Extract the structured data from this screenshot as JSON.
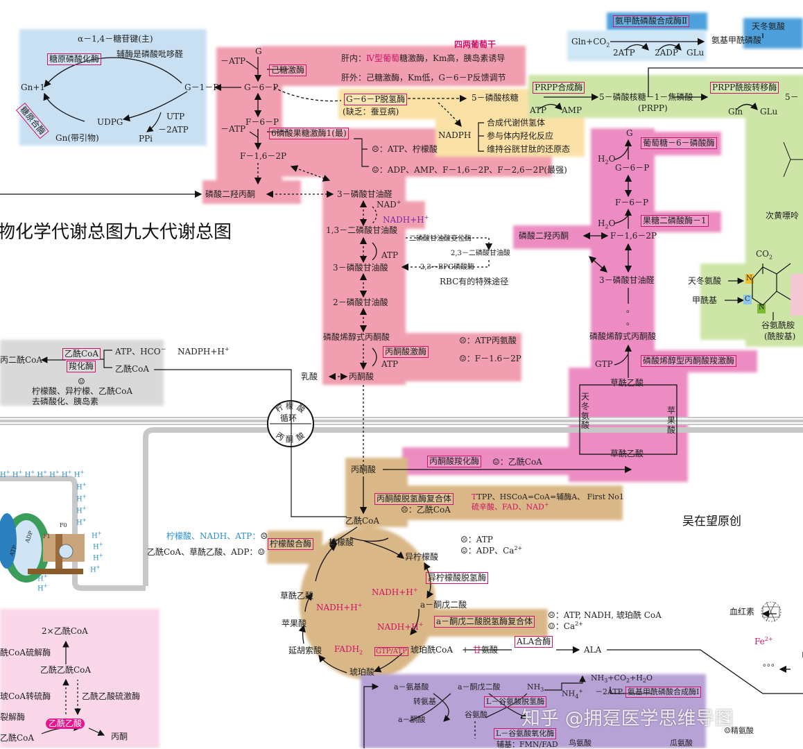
{
  "title_fragment": "物化学代谢总图九大代谢总图",
  "author": "吴在望原创",
  "watermark": "知乎 @拥趸医学思维导图",
  "tca_circle": {
    "a": "柠",
    "b": "檬",
    "c": "酸",
    "d": "循环",
    "e": "丙",
    "f": "酮",
    "g": "酸"
  },
  "glycogen": {
    "bond": "α－1,4－糖苷键(主)",
    "enzyme1": "糖原磷酸化酶",
    "coenzyme": "辅酶是磷酸吡哆醛",
    "gn1": "Gn+1",
    "g1p": "G－1－P",
    "udpg": "UDPG",
    "utp": "UTP",
    "minus2atp": "－2ATP",
    "ppi": "PPi",
    "primer": "Gn(带引物)",
    "enzyme2": "糖原合酶"
  },
  "glycolysis": {
    "minus_atp1": "－ATP",
    "g": "G",
    "g6p": "G－6－P",
    "hexokinase": "己糖激酶",
    "mnemonic": "四两葡萄干",
    "liver_in_prefix": "肝内：",
    "liver_in_iv": "Ⅳ型葡萄",
    "liver_in_rest": "糖激酶，Km高，胰岛素诱导",
    "liver_out": "肝外：己糖激酶，Km低，G－6－P反馈调节",
    "g6pd": "G－6－P脱氢酶",
    "favism": "(缺乏：蚕豆病)",
    "r5p": "5－磷酸核糖",
    "nadph": "NADPH",
    "nadph_use1": "合成代谢供氢体",
    "nadph_use2": "参与体内羟化反应",
    "nadph_use3": "维持谷胱甘肽的还原态",
    "minus_atp2": "－ATP",
    "f6p": "F－6－P",
    "pfk1": "6磷酸果糖激酶1(最)",
    "pfk_inh": "：ATP、柠檬酸",
    "pfk_act": "：ADP、AMP、F－1,6－2P、F－2,6－2P(最强)",
    "f16bp": "F－1,6－2P",
    "dhap": "磷酸二羟丙酮",
    "g3p": "3－磷酸甘油醛",
    "nad": "NAD",
    "nadh": "NADH+H",
    "bpg13": "1,3－二磷酸甘油酸",
    "bpg_mutase": "二磷酸甘油酸变位酶",
    "bpg23": "2,3－二磷酸甘油酸",
    "atp1": "ATP",
    "pg3": "3－磷酸甘油酸",
    "bpg_phosphatase": "2,3－BPG磷酸酶",
    "rbc": "RBC有的特殊途径",
    "pg2": "2－磷酸甘油酸",
    "pep": "磷酸烯醇式丙酮酸",
    "pk": "丙酮酸激酶",
    "pk_inh": "：ATP丙氨酸",
    "pk_act": "：F－1.6－2P",
    "atp2": "ATP",
    "lactate": "乳酸",
    "pyruvate": "丙酮酸"
  },
  "fatty": {
    "malonyl": "丙二酰CoA",
    "enzyme_a": "乙酰CoA",
    "enzyme_b": "羧化酶",
    "cofactors": "ATP、HCO",
    "nadph": "NADPH+H",
    "acetyl": "乙酰CoA",
    "reg1": "柠檬酸、异柠檬、乙酰CoA",
    "reg2": "去磷酸化、胰岛素"
  },
  "ppp": {
    "prpp_enz": "PRPP合成酶",
    "prpp": "5－磷酸核糖－1－焦磷酸",
    "prpp_short": "(PRPP)",
    "atp": "ATP",
    "amp": "AMP",
    "amidotransferase": "PRPP酰胺转移酶",
    "five": "5－",
    "gln": "Gln",
    "glu": "GLu"
  },
  "pyrimidine": {
    "cps2": "氨甲酰磷酸合成酶Ⅱ",
    "gln_co2": "Gln+CO",
    "two_atp": "2ATP",
    "two_adp": "2ADP",
    "glu": "GLu",
    "product": "氨基甲酰磷酸",
    "asp": "天冬氨酸"
  },
  "gluconeogenesis": {
    "g": "G",
    "h2o1": "H",
    "g6pase": "葡萄糖－6－磷酸酶",
    "g6p": "G－6－P",
    "f6p": "F－6－P",
    "h2o2": "H",
    "fbpase": "果糖二磷酸酶－1",
    "dhap": "磷酸二羟丙酮",
    "f16bp": "F－1,6－2P",
    "pg3": "3－磷酸甘油醛",
    "dot": "。",
    "pep": "磷酸烯醇式丙酮酸",
    "gtp": "GTP",
    "pepck": "磷酸烯醇型丙酮酸羧激酶",
    "oaa1": "草酰乙酸",
    "asp_v": "天冬氨酸",
    "mal_v": "苹果酸",
    "oaa2": "草酰乙酸",
    "pc": "丙酮酸羧化酶",
    "pc_act": "：乙酰CoA"
  },
  "purine": {
    "co2": "CO",
    "asp": "天冬氨酸",
    "formyl": "甲酰基",
    "gln": "谷氨酰胺",
    "amide": "(酰胺基)",
    "hypox": "次黄嘌呤",
    "n": "N",
    "c": "C"
  },
  "tca": {
    "pyruvate": "丙酮酸",
    "pdh": "丙酮酸脱氢酶复合体",
    "pdh_cof": "TPP、HSCoA=CoA=辅酶A、 First No1",
    "pdh_cof2": "硫辛酸、FAD、NAD",
    "pdh_inh": "：乙酰CoA",
    "acetyl": "乙酰CoA",
    "cs_act": "柠檬酸、NADH、ATP：",
    "cs_inh": "乙酰CoA、草酰乙酸、ADP：",
    "cs": "柠檬酸合酶",
    "citrate": "柠檬酸",
    "isocitrate": "异柠檬酸",
    "idh_inh": "：ATP",
    "idh_act": "：ADP、Ca",
    "idh": "异柠檬酸脱氢酶",
    "nadh1": "NADH+H",
    "akg": "a－酮戊二酸",
    "oaa": "草酰乙酸",
    "nadh2": "NADH+H",
    "nadh3": "NADH+H",
    "akgdh": "a－酮戊二酸脱氢酶复合体",
    "akgdh_inh": "：ATP, NADH, 琥珀酰 CoA",
    "akgdh_act": "：Ca",
    "malate": "苹果酸",
    "fumarate": "延胡索酸",
    "fadh2": "FADH",
    "gtp": "GTP/ATP",
    "succoa": "琥珀酰CoA",
    "succinate": "琥珀酸",
    "plus": "+",
    "gly_g": "甘",
    "gly_rest": "氨酸",
    "alas": "ALA合酶",
    "ala": "ALA"
  },
  "heme": {
    "hemoglobin": "血红素",
    "fe": "Fe",
    "dots": "。。。"
  },
  "ketone": {
    "two_acetyl": "2×乙酰CoA",
    "thiolase": "酰CoA硫解酶",
    "acac": "乙酰乙酰CoA",
    "transferase": "琥CoA转硫酶",
    "kinase": "乙酰乙酸硫激酶",
    "lyase": "裂解酶",
    "hmg": "乙酰乙酸",
    "acetyl": "乙酰CoA",
    "acetone": "丙酮"
  },
  "urea": {
    "aa": "a－氨基酸",
    "akg": "a－酮戊二酸",
    "nh3": "NH",
    "transam": "转氨基",
    "gdh": "L－谷氨酸脱氢酶",
    "nh4": "NH",
    "keto": "a－酮酸",
    "glu": "谷氨酸",
    "nh3co2": "NH",
    "minus2atp": "－2ATP",
    "cps1": "氨基甲酰磷酸合成酶Ⅰ",
    "gludc": "L－谷氨酸氧化酶",
    "cof": "辅基：FMN/FAD",
    "orn": "鸟氨酸",
    "arg": "精氨酸",
    "citr": "瓜氨酸"
  },
  "etc": {
    "h": "H",
    "f0": "F0",
    "f1": "F1",
    "atp": "ATP",
    "adp": "ADP"
  },
  "colors": {
    "blue": "#c7def2",
    "pink": "#f3a5b4",
    "orange": "#fbe3a8",
    "green": "#cfe6a8",
    "magenta": "#ee8fc4",
    "gray": "#dcdcdc",
    "tan": "#ddbb8a",
    "purple": "#b9a4d6",
    "lightpink": "#fbd9ea",
    "enzyme": "#d0106a",
    "hblue": "#2a8fd0"
  },
  "icons": [
    "inhibit-icon",
    "activate-icon",
    "heme-molecule-icon",
    "atp-synthase-icon"
  ]
}
